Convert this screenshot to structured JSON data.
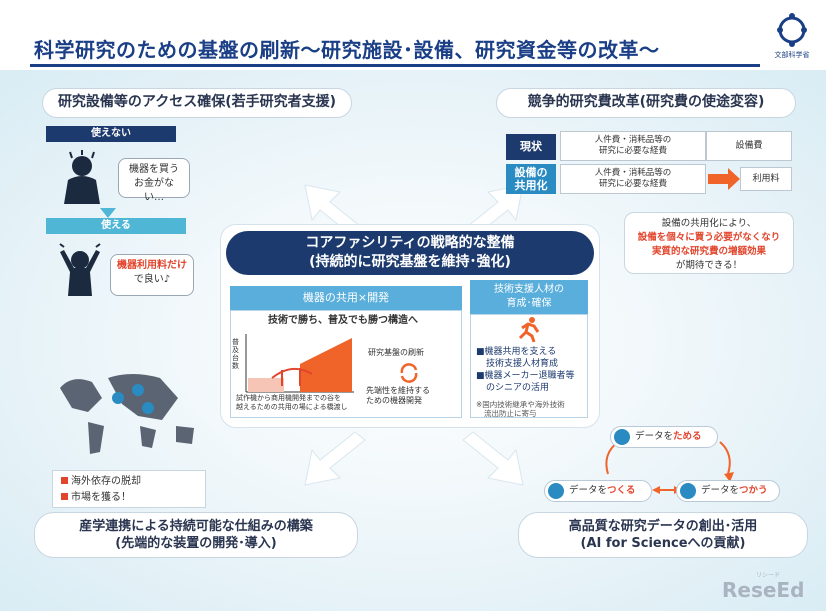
{
  "header": {
    "title": "科学研究のための基盤の刷新～研究施設･設備、研究資金等の改革～",
    "logo_text": "文部科学省"
  },
  "top_left": {
    "caption": "研究設備等のアクセス確保(若手研究者支援)",
    "cannot_use": "使えない",
    "can_use": "使える",
    "bubble1_line1": "機器を買う",
    "bubble1_line2": "お金がない…",
    "bubble2_red": "機器利用料だけ",
    "bubble2_rest": "で良い♪"
  },
  "top_right": {
    "caption": "競争的研究費改革(研究費の使途変容)",
    "row1_label": "現状",
    "row1_cost_line1": "人件費・消耗品等の",
    "row1_cost_line2": "研究に必要な経費",
    "row1_equipment": "設備費",
    "row2_label_line1": "設備の",
    "row2_label_line2": "共用化",
    "row2_cost_line1": "人件費・消耗品等の",
    "row2_cost_line2": "研究に必要な経費",
    "row2_fee": "利用料",
    "note_line1": "設備の共用化により、",
    "note_red1": "設備を個々に買う必要がなくなり",
    "note_red2": "実質的な研究費の増額効果",
    "note_line3": "が期待できる！"
  },
  "center": {
    "title_line1": "コアファシリティの戦略的な整備",
    "title_line2": "(持続的に研究基盤を維持･強化)",
    "left_header": "機器の共用×開発",
    "left_subtitle": "技術で勝ち、普及でも勝つ構造へ",
    "left_ylabel": "普及台数",
    "left_renewal": "研究基盤の刷新",
    "left_dev_line1": "先端性を維持する",
    "left_dev_line2": "ための機器開発",
    "left_foot_line1": "試作機から商用機開発までの谷を",
    "left_foot_line2": "越えるための共用の場による橋渡し",
    "right_header_line1": "技術支援人材の",
    "right_header_line2": "育成･確保",
    "right_item1_line1": "■機器共用を支える",
    "right_item1_line2": "技術支援人材育成",
    "right_item2_line1": "■機器メーカー退職者等",
    "right_item2_line2": "のシニアの活用",
    "right_note_line1": "※国内技術継承や海外技術",
    "right_note_line2": "流出防止に寄与"
  },
  "bottom_left": {
    "note1": "海外依存の脱却",
    "note2": "市場を獲る！",
    "caption_line1": "産学連携による持続可能な仕組みの構築",
    "caption_line2": "(先端的な装置の開発･導入)"
  },
  "bottom_right": {
    "store_prefix": "データを",
    "store_red": "ためる",
    "make_prefix": "データを",
    "make_red": "つくる",
    "use_prefix": "データを",
    "use_red": "つかう",
    "caption_line1": "高品質な研究データの創出･活用",
    "caption_line2": "(AI for Scienceへの貢献)"
  },
  "watermark": {
    "text": "ReseEd",
    "small": "リシード"
  },
  "colors": {
    "navy": "#1c3a6e",
    "title_blue": "#1a3f86",
    "cyan": "#4fb6d6",
    "accent_red": "#e2452d",
    "orange": "#f0642a"
  },
  "icons": [
    "ministry-logo-icon",
    "troubled-person-icon",
    "happy-person-icon",
    "arrow-right-icon",
    "runner-icon",
    "world-map-icon",
    "database-icon",
    "brain-icon",
    "cycle-icon"
  ]
}
